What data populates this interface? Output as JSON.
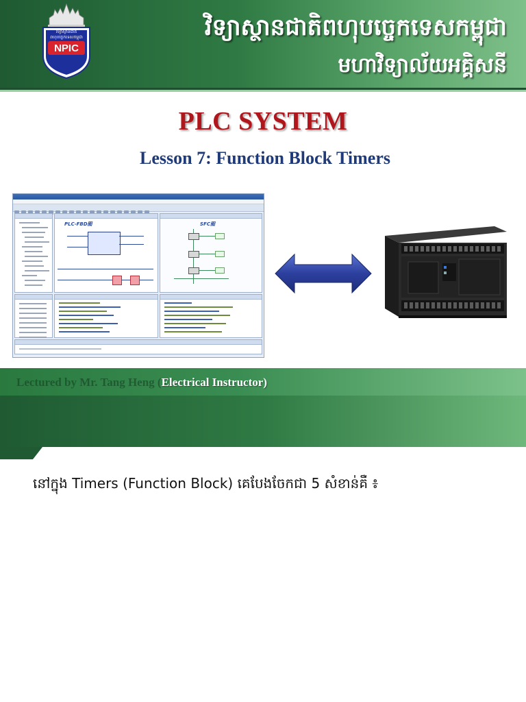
{
  "header": {
    "logo": {
      "caption": "វិទ្យាស្ថានជាតិ\nពហុបច្ចេកទេសកម្ពុជា",
      "abbr": "NPIC"
    },
    "line1": "វិទ្យាស្ថានជាតិពហុបច្ចេកទេសកម្ពុជា",
    "line2": "មហាវិទ្យាល័យអគ្គិសនី"
  },
  "title": "PLC SYSTEM",
  "subtitle": "Lesson 7:  Function Block Timers",
  "software_screenshot": {
    "fbd_label": "PLC-FBD图",
    "sfc_label": "SFC图"
  },
  "lecturer": {
    "prefix": "Lectured by Mr. Tang Heng (",
    "role": "Electrical Instructor)"
  },
  "body": {
    "text": "នៅក្នុង Timers (Function Block) គេបែងចែកជា 5 សំខាន់គឺ ៖"
  },
  "colors": {
    "header_green": "#2f7a44",
    "title_red": "#b0161b",
    "subtitle_blue": "#1f3a78",
    "arrow_blue": "#2c3f9e"
  }
}
